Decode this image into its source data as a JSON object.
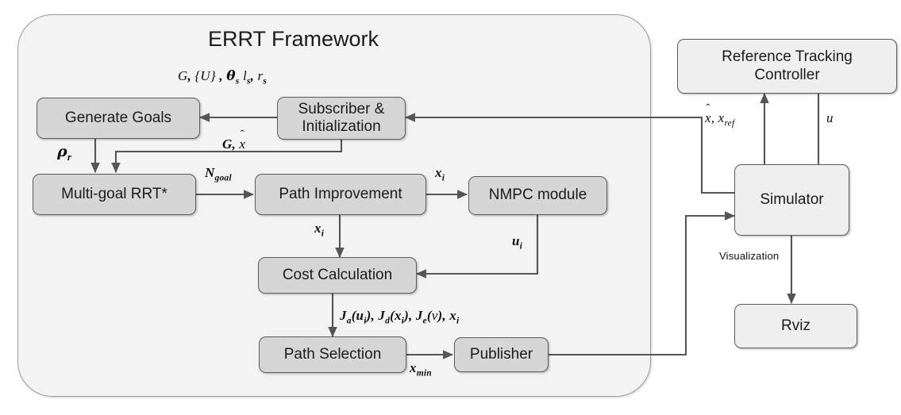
{
  "diagram": {
    "type": "flowchart",
    "title": "ERRT Framework system architecture block diagram"
  },
  "framework": {
    "title": "ERRT Framework"
  },
  "nodes": {
    "generate_goals": "Generate Goals",
    "subscriber": "Subscriber &\nInitialization",
    "subscriber_line1": "Subscriber &",
    "subscriber_line2": "Initialization",
    "multi_goal_rrt": "Multi-goal RRT*",
    "path_improvement": "Path Improvement",
    "nmpc_module": "NMPC module",
    "cost_calculation": "Cost Calculation",
    "path_selection": "Path Selection",
    "publisher": "Publisher",
    "reference_tracking_line1": "Reference Tracking",
    "reference_tracking_line2": "Controller",
    "simulator": "Simulator",
    "rviz": "Rviz"
  },
  "edge_labels": {
    "subscriber_to_goals": "G, {U} , θs, ls, rs",
    "g_xhat": "G, x̂",
    "rho_r": "ρr",
    "n_goal": "Ngoal",
    "x_i_to_nmpc": "xi",
    "x_i_to_cost": "xi",
    "u_i": "ui",
    "cost_terms": "Ja(ui), Jd(xi), Je(v), xi",
    "x_min": "xmin",
    "xhat_xref": "x̂, xref",
    "u": "u",
    "visualization": "Visualization"
  },
  "colors": {
    "node_fill": "#d6d6d6",
    "node_fill_light": "#efefef",
    "node_border": "#5b5b5b",
    "framework_fill": "#f3f3f3",
    "framework_border": "#9a9a9a",
    "edge_stroke": "#555555",
    "text": "#1b1b1b",
    "page_background": "#ffffff"
  }
}
